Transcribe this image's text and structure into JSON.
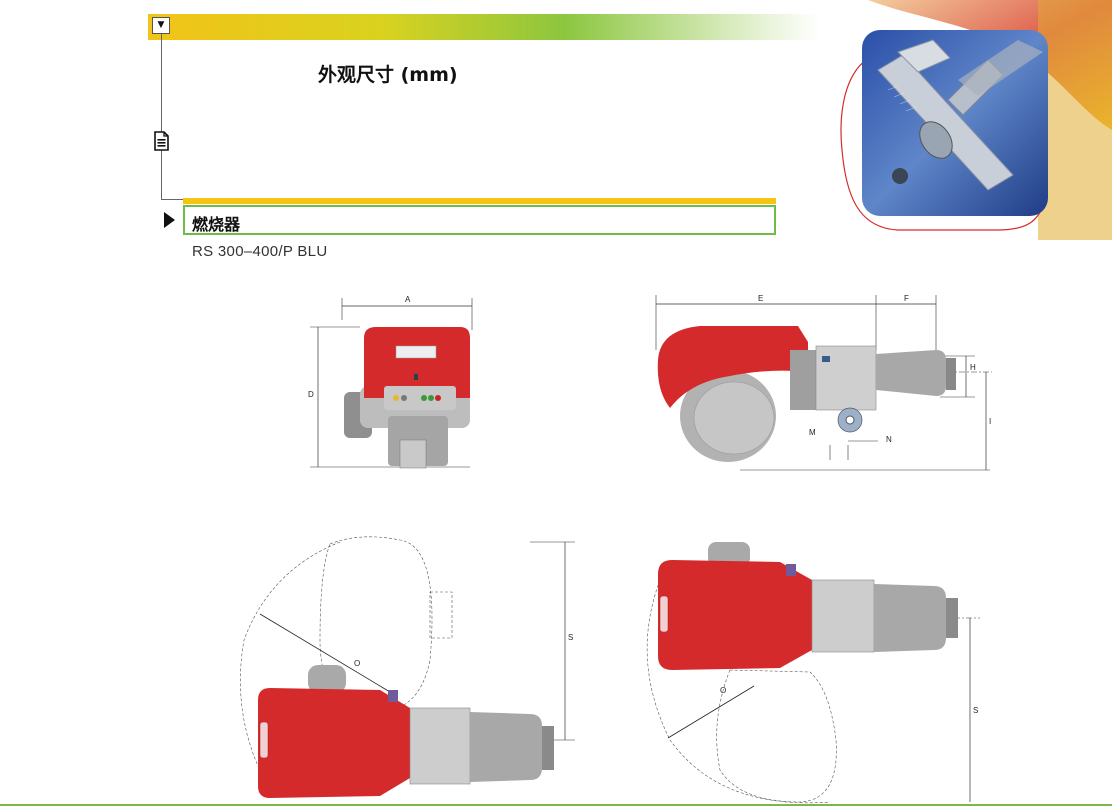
{
  "header": {
    "collapse_icon": "triangle-down-icon",
    "page_title": "外观尺寸 (mm)",
    "doc_icon": "document-icon"
  },
  "section": {
    "expand_icon": "play-triangle-icon",
    "label": "燃烧器",
    "model": "RS 300–400/P BLU"
  },
  "colors": {
    "burner_red": "#d42a2b",
    "accent_yellow": "#f2c318",
    "accent_green": "#6cbd45"
  },
  "diagrams": {
    "front_view": {
      "dim_a": "A",
      "dim_d": "D"
    },
    "side_view": {
      "dim_e": "E",
      "dim_f": "F",
      "dim_h": "H",
      "dim_i": "I",
      "dim_m": "M",
      "dim_n": "N"
    },
    "open_view_left": {
      "dim_o": "O",
      "dim_s": "S"
    },
    "open_view_right": {
      "dim_o": "O",
      "dim_s": "S"
    }
  }
}
